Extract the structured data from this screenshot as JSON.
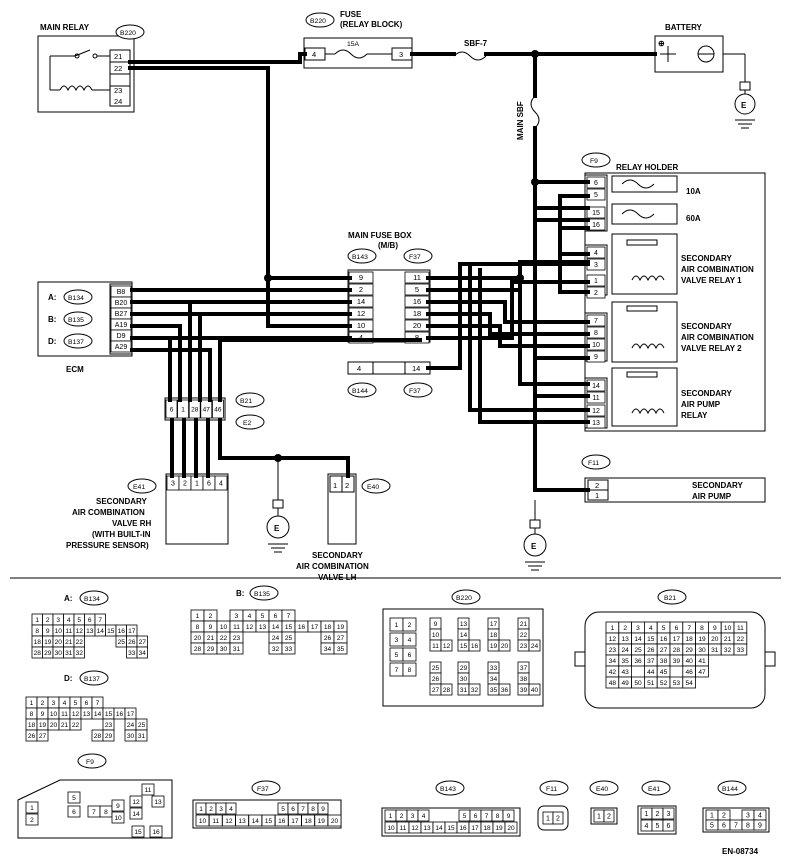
{
  "labels": {
    "main_relay": "MAIN RELAY",
    "fuse": "FUSE",
    "relay_block": "(RELAY BLOCK)",
    "fuse_15a": "15A",
    "sbf7": "SBF-7",
    "battery": "BATTERY",
    "main_sbf": "MAIN SBF",
    "relay_holder": "RELAY HOLDER",
    "f10a": "10A",
    "f60a": "60A",
    "main_fuse_box": "MAIN FUSE BOX",
    "mb": "(M/B)",
    "ecm": "ECM",
    "relay1_l1": "SECONDARY",
    "relay1_l2": "AIR COMBINATION",
    "relay1_l3": "VALVE RELAY 1",
    "relay2_l1": "SECONDARY",
    "relay2_l2": "AIR COMBINATION",
    "relay2_l3": "VALVE RELAY 2",
    "pumprelay_l1": "SECONDARY",
    "pumprelay_l2": "AIR PUMP",
    "pumprelay_l3": "RELAY",
    "pump_l1": "SECONDARY",
    "pump_l2": "AIR PUMP",
    "valverh_l1": "SECONDARY",
    "valverh_l2": "AIR COMBINATION",
    "valverh_l3": "VALVE RH",
    "valverh_l4": "(WITH BUILT-IN",
    "valverh_l5": "PRESSURE SENSOR)",
    "valvelh_l1": "SECONDARY",
    "valvelh_l2": "AIR COMBINATION",
    "valvelh_l3": "VALVE LH",
    "ground": "E",
    "ecm_a": "A:",
    "ecm_b": "B:",
    "ecm_d": "D:",
    "figure_id": "EN-08734"
  },
  "connectors": {
    "b220": "B220",
    "b134": "B134",
    "b135": "B135",
    "b137": "B137",
    "b143": "B143",
    "b144": "B144",
    "f37": "F37",
    "f9": "F9",
    "f11": "F11",
    "b21": "B21",
    "e2": "E2",
    "e41": "E41",
    "e40": "E40"
  },
  "pins": {
    "main_relay": [
      "21",
      "22",
      "23",
      "24"
    ],
    "fuse_pins": [
      "4",
      "3"
    ],
    "ecm": [
      "B8",
      "B20",
      "B27",
      "A19",
      "D9",
      "A29"
    ],
    "b143": [
      "9",
      "2",
      "14",
      "12",
      "10",
      "4"
    ],
    "f37": [
      "11",
      "5",
      "16",
      "18",
      "20",
      "8"
    ],
    "b144": [
      "4"
    ],
    "f37b": [
      "14"
    ],
    "relay_holder": [
      "6",
      "5",
      "15",
      "16",
      "4",
      "3",
      "1",
      "2",
      "7",
      "8",
      "10",
      "9",
      "14",
      "11",
      "12",
      "13"
    ],
    "b21": [
      "6",
      "1",
      "28",
      "47",
      "46"
    ],
    "e41": [
      "3",
      "2",
      "1",
      "6",
      "4"
    ],
    "e40": [
      "1",
      "2"
    ],
    "f11": [
      "2",
      "1"
    ]
  },
  "views": {
    "b134_rows": [
      [
        "1",
        "2",
        "3",
        "4",
        "5",
        "6",
        "7"
      ],
      [
        "8",
        "9",
        "10",
        "11",
        "12",
        "13",
        "14",
        "15",
        "16",
        "17"
      ],
      [
        "18",
        "19",
        "20",
        "21",
        "22",
        "",
        "",
        "",
        "25",
        "26",
        "27"
      ],
      [
        "28",
        "29",
        "30",
        "31",
        "32",
        "",
        "",
        "",
        "",
        "33",
        "34"
      ]
    ],
    "b135_rows": [
      [
        "1",
        "2",
        "",
        "3",
        "4",
        "5",
        "6",
        "7"
      ],
      [
        "8",
        "9",
        "10",
        "11",
        "12",
        "13",
        "14",
        "15",
        "16",
        "17",
        "18",
        "19"
      ],
      [
        "20",
        "21",
        "22",
        "23",
        "",
        "",
        "24",
        "25",
        "",
        "",
        "26",
        "27"
      ],
      [
        "28",
        "29",
        "30",
        "31",
        "",
        "",
        "32",
        "33",
        "",
        "",
        "34",
        "35"
      ]
    ],
    "b137_rows": [
      [
        "1",
        "2",
        "3",
        "4",
        "5",
        "6",
        "7"
      ],
      [
        "8",
        "9",
        "10",
        "11",
        "12",
        "13",
        "14",
        "15",
        "16",
        "17"
      ],
      [
        "18",
        "19",
        "20",
        "21",
        "22",
        "",
        "",
        "23",
        "",
        "24",
        "25"
      ],
      [
        "26",
        "27",
        "",
        "",
        "",
        "",
        "28",
        "29",
        "",
        "30",
        "31"
      ]
    ],
    "b220_cols": [
      [
        "1",
        "2",
        "3",
        "4",
        "5",
        "6",
        "7",
        "8"
      ],
      [
        "9",
        "10",
        "11",
        "12"
      ],
      [
        "13",
        "14",
        "15",
        "16"
      ],
      [
        "17",
        "18",
        "19",
        "20"
      ],
      [
        "21",
        "22",
        "23",
        "24"
      ],
      [
        "25",
        "26",
        "27",
        "28"
      ],
      [
        "29",
        "30",
        "31",
        "32"
      ],
      [
        "33",
        "34",
        "35",
        "36"
      ],
      [
        "37",
        "38",
        "39",
        "40"
      ]
    ],
    "b21_rows": [
      [
        "1",
        "2",
        "3",
        "4",
        "5",
        "6",
        "7",
        "8",
        "9",
        "10",
        "11"
      ],
      [
        "12",
        "13",
        "14",
        "15",
        "16",
        "17",
        "18",
        "19",
        "20",
        "21",
        "22"
      ],
      [
        "23",
        "24",
        "25",
        "26",
        "27",
        "28",
        "29",
        "30",
        "31",
        "32",
        "33"
      ],
      [
        "34",
        "35",
        "36",
        "37",
        "38",
        "39",
        "40",
        "41"
      ],
      [
        "42",
        "43",
        "",
        "44",
        "45",
        "",
        "46",
        "47"
      ],
      [
        "48",
        "49",
        "50",
        "51",
        "52",
        "53",
        "54"
      ]
    ],
    "f9_pins": [
      "1",
      "2",
      "5",
      "6",
      "7",
      "8",
      "9",
      "10",
      "11",
      "12",
      "13",
      "14",
      "15",
      "16"
    ],
    "f37_top": [
      "1",
      "2",
      "3",
      "4",
      "5",
      "6",
      "7",
      "8",
      "9"
    ],
    "f37_bot": [
      "10",
      "11",
      "12",
      "13",
      "14",
      "15",
      "16",
      "17",
      "18",
      "19",
      "20"
    ],
    "b143_top": [
      "1",
      "2",
      "3",
      "4",
      "5",
      "6",
      "7",
      "8",
      "9"
    ],
    "b143_bot": [
      "10",
      "11",
      "12",
      "13",
      "14",
      "15",
      "16",
      "17",
      "18",
      "19",
      "20"
    ],
    "f11_pins": [
      "1",
      "2"
    ],
    "e40_pins": [
      "1",
      "2"
    ],
    "e41_top": [
      "1",
      "2",
      "3"
    ],
    "e41_bot": [
      "4",
      "5",
      "6"
    ],
    "b144_top": [
      "1",
      "2",
      "3",
      "4"
    ],
    "b144_bot": [
      "5",
      "6",
      "7",
      "8",
      "9"
    ]
  }
}
